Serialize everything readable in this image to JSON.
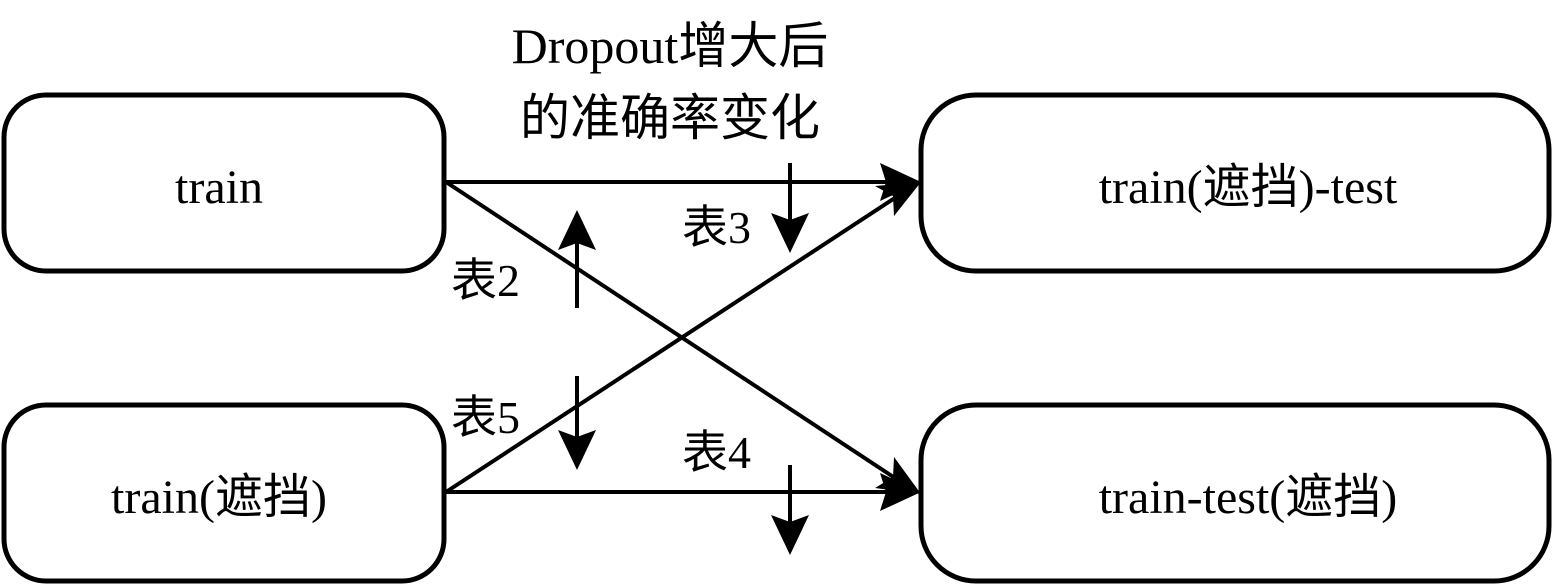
{
  "title": {
    "line1": "Dropout增大后",
    "line2": "的准确率变化"
  },
  "nodes": {
    "train": "train",
    "train_occluded": "train(遮挡)",
    "train_occluded_test": "train(遮挡)-test",
    "train_test_occluded": "train-test(遮挡)"
  },
  "edges": [
    {
      "from": "train",
      "to": "train(遮挡)-test",
      "table": "表3",
      "change": "down"
    },
    {
      "from": "train",
      "to": "train-test(遮挡)",
      "table": "表2",
      "change": "up"
    },
    {
      "from": "train(遮挡)",
      "to": "train(遮挡)-test",
      "table": "表5",
      "change": "down"
    },
    {
      "from": "train(遮挡)",
      "to": "train-test(遮挡)",
      "table": "表4",
      "change": "down"
    }
  ],
  "labels": {
    "table2": "表2",
    "table3": "表3",
    "table4": "表4",
    "table5": "表5"
  },
  "colors": {
    "stroke": "#000000",
    "background": "#ffffff"
  }
}
